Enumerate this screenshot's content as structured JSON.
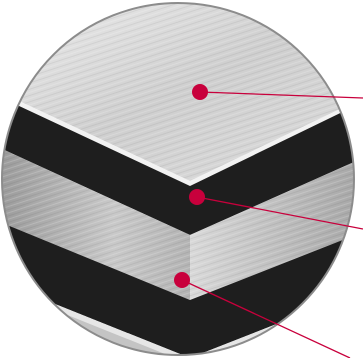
{
  "figure": {
    "subject": "cross-section",
    "callouts": [
      {
        "marker": "callout-dot-top-layer",
        "target": "steel-top-surface"
      },
      {
        "marker": "callout-dot-dark-layer",
        "target": "bonded-core-layer"
      },
      {
        "marker": "callout-dot-middle-layer",
        "target": "steel-middle-layer"
      }
    ],
    "colors": {
      "callout": "#c8003c",
      "dark_layer": "#1e1e1e",
      "steel_light": "#d8d8d8",
      "steel_mid": "#a9a9a9",
      "rim": "#8c8c8c"
    }
  }
}
